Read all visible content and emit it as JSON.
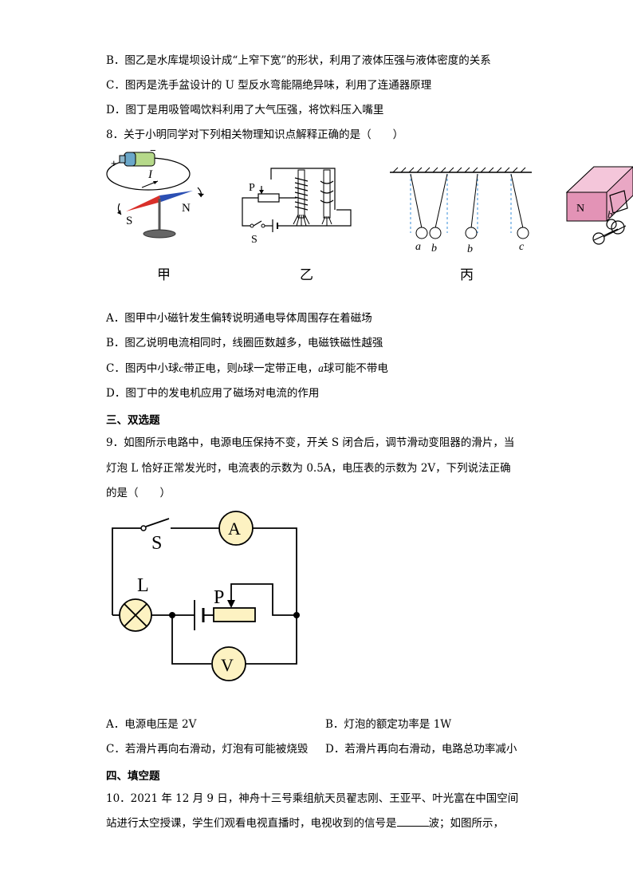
{
  "lines": {
    "q7b": "B．图乙是水库堤坝设计成“上窄下宽”的形状，利用了液体压强与液体密度的关系",
    "q7c": "C．图丙是洗手盆设计的 U 型反水弯能隔绝异味，利用了连通器原理",
    "q7d": "D．图丁是用吸管喝饮料利用了大气压强，将饮料压入嘴里",
    "q8": "8．关于小明同学对下列相关物理知识点解释正确的是（　　）",
    "q8a": "A．图甲中小磁针发生偏转说明通电导体周围存在着磁场",
    "q8b": "B．图乙说明电流相同时，线圈匝数越多，电磁铁磁性越强",
    "q8c_1": "C．图丙中小球",
    "q8c_c": "c",
    "q8c_2": "带正电，则",
    "q8c_b": "b",
    "q8c_3": "球一定带正电，",
    "q8c_a": "a",
    "q8c_4": "球可能不带电",
    "q8d": "D．图丁中的发电机应用了磁场对电流的作用",
    "sec3": "三、双选题",
    "q9_1": "9．如图所示电路中，电源电压保持不变，开关 S 闭合后，调节滑动变阻器的滑片，当",
    "q9_2": "灯泡 L 恰好正常发光时，电流表的示数为 0.5A，电压表的示数为 2V，下列说法正确",
    "q9_3": "的是（　　）",
    "q9a": "A．电源电压是 2V",
    "q9b": "B．灯泡的额定功率是 1W",
    "q9c": "C．若滑片再向右滑动，灯泡有可能被烧毁",
    "q9d": "D．若滑片再向右滑动，电路总功率减小",
    "sec4": "四、填空题",
    "q10_1": "10．2021 年 12 月 9 日，神舟十三号乘组航天员翟志刚、王亚平、叶光富在中国空间",
    "q10_2a": "站进行太空授课，学生们观看电视直播时，电视收到的信号是",
    "q10_2b": "波；如图所示，"
  },
  "fig8": {
    "captions": [
      "甲",
      "乙",
      "丙"
    ],
    "jia": {
      "plus": "+",
      "minus": "−",
      "current": "I",
      "s": "S",
      "n": "N"
    },
    "yi": {
      "p": "P",
      "s": "S"
    },
    "bing": {
      "a": "a",
      "b1": "b",
      "b2": "b",
      "c": "c"
    },
    "ding": {
      "n": "N",
      "b": "b"
    }
  },
  "fig9": {
    "s": "S",
    "a": "A",
    "l": "L",
    "p": "P",
    "v": "V"
  }
}
